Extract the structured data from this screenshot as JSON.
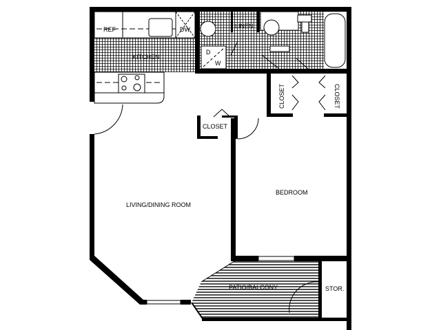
{
  "plan": {
    "rooms": {
      "kitchen": "KITCHEN",
      "living_dining": "LIVING/DINING ROOM",
      "bedroom": "BEDROOM",
      "patio": "PATIO/BALCONY",
      "storage": "STOR.",
      "closet_entry": "CLOSET",
      "closet_bed_left": "CLOSET",
      "closet_bed_right": "CLOSET",
      "linen": "LINEN"
    },
    "fixtures": {
      "refrigerator": "REF",
      "dishwasher": "DW",
      "dryer": "D",
      "washer": "W"
    },
    "colors": {
      "wall": "#000000",
      "background": "#ffffff"
    }
  }
}
